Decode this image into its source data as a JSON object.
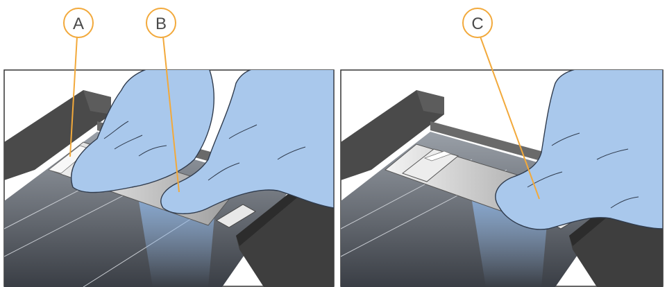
{
  "callouts": {
    "a": "A",
    "b": "B",
    "c": "C"
  },
  "colors": {
    "callout_ring": "#f2a93b",
    "glove": "#a9c8ec",
    "frame_dark": "#3f3f3f"
  }
}
